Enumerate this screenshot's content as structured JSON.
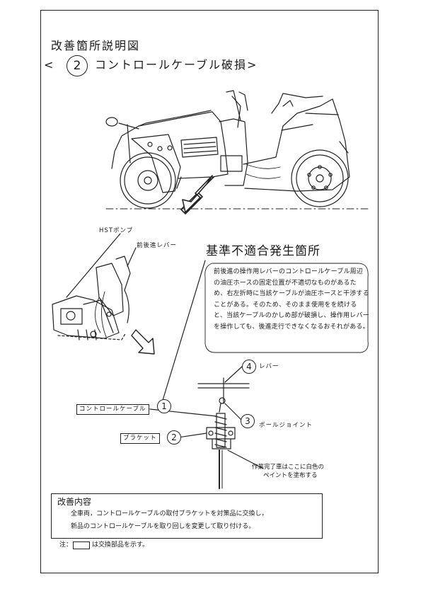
{
  "title": {
    "line1": "改善箇所説明図",
    "bracket_open": "<",
    "number": "2",
    "line2": "コントロールケーブル破損>"
  },
  "callouts": {
    "hst_pump": "HSTポンプ",
    "fwd_rev_lever": "前後進レバー",
    "heading": "基準不適合発生箇所",
    "description": "前後進の操作用レバーのコントロールケーブル周辺の油圧ホースの固定位置が不適切なものがあるため、右左折時に当該ケーブルが油圧ホースと干渉することがある。そのため、そのまま使用をを続けると、当該ケーブルのかしめ部が破損し、操作用レバーを操作しても、後進走行できなくなるおそれがある。"
  },
  "parts": [
    {
      "num": "1",
      "label": "コントロールケーブル"
    },
    {
      "num": "2",
      "label": "ブラケット"
    },
    {
      "num": "3",
      "label": "ボールジョイント"
    },
    {
      "num": "4",
      "label": "レバー"
    }
  ],
  "paint_note": {
    "line1": "作業完了車はここに白色の",
    "line2": "ペイントを塗布する"
  },
  "improvement": {
    "title": "改善内容",
    "line1": "全車両，コントロールケーブルの取付ブラケットを対策品に交換し，",
    "line2": "新品のコントロールケーブルを取り回しを変更して取り付ける。"
  },
  "footnote": {
    "prefix": "注：",
    "suffix": "は交換部品を示す。"
  }
}
